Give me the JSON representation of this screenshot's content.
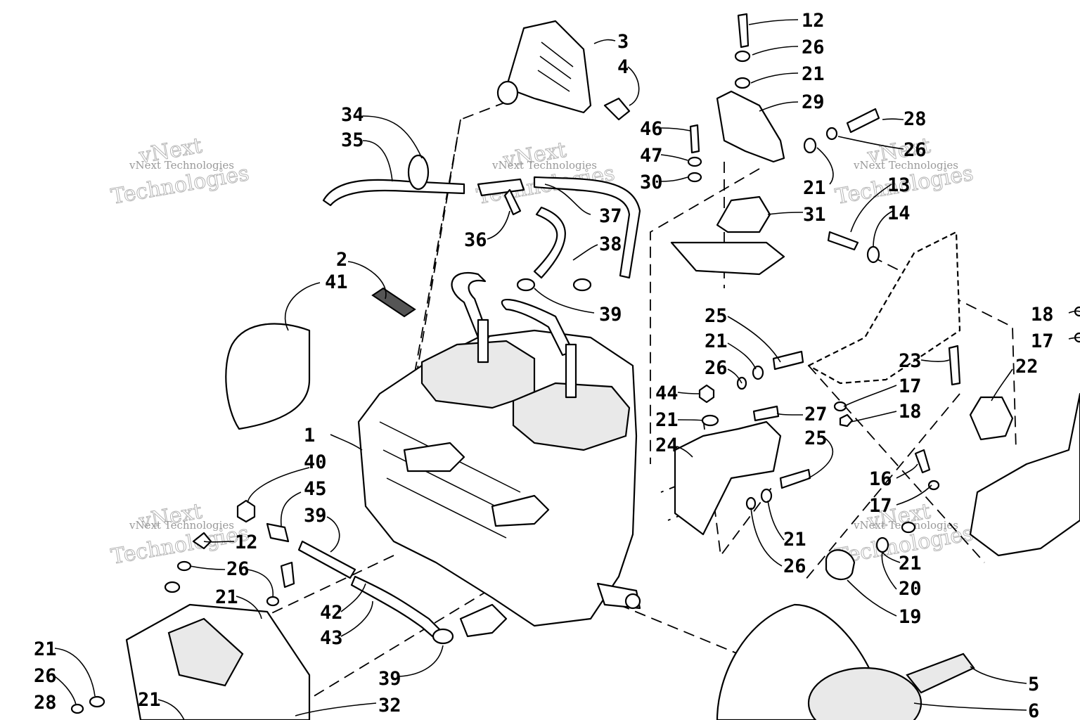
{
  "watermark": {
    "line1": "vNext",
    "line2": "vNext Technologies",
    "line3": "Technologies"
  },
  "callouts": [
    {
      "id": "lbl-12-top",
      "text": "12"
    },
    {
      "id": "lbl-26-top",
      "text": "26"
    },
    {
      "id": "lbl-21-top",
      "text": "21"
    },
    {
      "id": "lbl-29",
      "text": "29"
    },
    {
      "id": "lbl-3",
      "text": "3"
    },
    {
      "id": "lbl-4",
      "text": "4"
    },
    {
      "id": "lbl-34",
      "text": "34"
    },
    {
      "id": "lbl-35",
      "text": "35"
    },
    {
      "id": "lbl-46",
      "text": "46"
    },
    {
      "id": "lbl-47",
      "text": "47"
    },
    {
      "id": "lbl-30",
      "text": "30"
    },
    {
      "id": "lbl-28-top",
      "text": "28"
    },
    {
      "id": "lbl-26-right",
      "text": "26"
    },
    {
      "id": "lbl-21-right",
      "text": "21"
    },
    {
      "id": "lbl-13",
      "text": "13"
    },
    {
      "id": "lbl-14",
      "text": "14"
    },
    {
      "id": "lbl-31",
      "text": "31"
    },
    {
      "id": "lbl-37",
      "text": "37"
    },
    {
      "id": "lbl-36",
      "text": "36"
    },
    {
      "id": "lbl-38",
      "text": "38"
    },
    {
      "id": "lbl-39-top",
      "text": "39"
    },
    {
      "id": "lbl-2",
      "text": "2"
    },
    {
      "id": "lbl-41",
      "text": "41"
    },
    {
      "id": "lbl-18-right",
      "text": "18"
    },
    {
      "id": "lbl-17-right",
      "text": "17"
    },
    {
      "id": "lbl-25-top",
      "text": "25"
    },
    {
      "id": "lbl-21-mid",
      "text": "21"
    },
    {
      "id": "lbl-26-mid",
      "text": "26"
    },
    {
      "id": "lbl-23",
      "text": "23"
    },
    {
      "id": "lbl-22",
      "text": "22"
    },
    {
      "id": "lbl-17-mid",
      "text": "17"
    },
    {
      "id": "lbl-18-mid",
      "text": "18"
    },
    {
      "id": "lbl-44",
      "text": "44"
    },
    {
      "id": "lbl-21-mid2",
      "text": "21"
    },
    {
      "id": "lbl-27",
      "text": "27"
    },
    {
      "id": "lbl-1",
      "text": "1"
    },
    {
      "id": "lbl-24",
      "text": "24"
    },
    {
      "id": "lbl-25-mid",
      "text": "25"
    },
    {
      "id": "lbl-40",
      "text": "40"
    },
    {
      "id": "lbl-45",
      "text": "45"
    },
    {
      "id": "lbl-39-mid",
      "text": "39"
    },
    {
      "id": "lbl-16",
      "text": "16"
    },
    {
      "id": "lbl-17-low",
      "text": "17"
    },
    {
      "id": "lbl-12-left",
      "text": "12"
    },
    {
      "id": "lbl-26-left",
      "text": "26"
    },
    {
      "id": "lbl-21-low",
      "text": "21"
    },
    {
      "id": "lbl-26-low",
      "text": "26"
    },
    {
      "id": "lbl-21-right-low",
      "text": "21"
    },
    {
      "id": "lbl-20",
      "text": "20"
    },
    {
      "id": "lbl-21-left",
      "text": "21"
    },
    {
      "id": "lbl-42",
      "text": "42"
    },
    {
      "id": "lbl-43",
      "text": "43"
    },
    {
      "id": "lbl-19",
      "text": "19"
    },
    {
      "id": "lbl-21-far-left",
      "text": "21"
    },
    {
      "id": "lbl-26-far-left",
      "text": "26"
    },
    {
      "id": "lbl-39-low",
      "text": "39"
    },
    {
      "id": "lbl-5",
      "text": "5"
    },
    {
      "id": "lbl-28-left",
      "text": "28"
    },
    {
      "id": "lbl-21-bottom",
      "text": "21"
    },
    {
      "id": "lbl-32",
      "text": "32"
    },
    {
      "id": "lbl-6",
      "text": "6"
    }
  ]
}
